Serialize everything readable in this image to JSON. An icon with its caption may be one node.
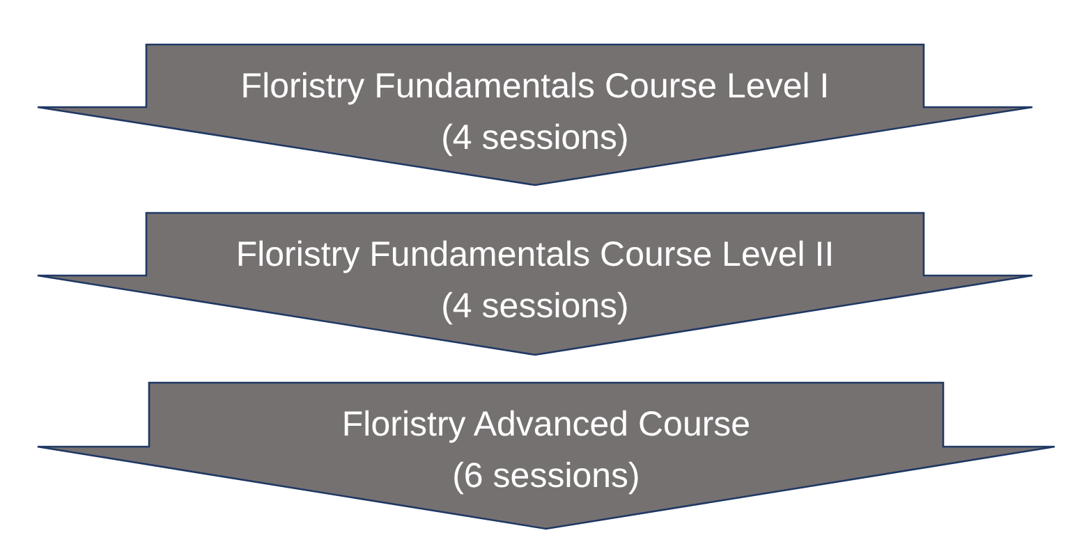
{
  "diagram": {
    "nodes": [
      {
        "text": [
          "Floristry Fundamentals Course Level I",
          "(4 sessions)"
        ]
      },
      {
        "text": [
          "Floristry Fundamentals Course Level II",
          "(4 sessions)"
        ]
      },
      {
        "text": [
          "Floristry Advanced Course",
          "(6 sessions)"
        ]
      }
    ]
  }
}
